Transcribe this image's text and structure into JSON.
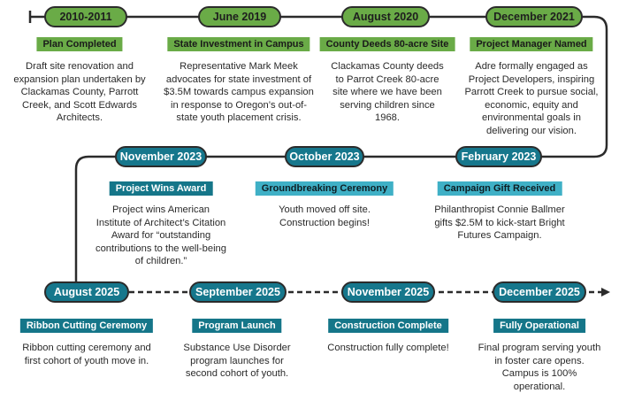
{
  "milestones": [
    {
      "date": "2010-2011",
      "tag": "Plan Completed",
      "desc": "Draft site renovation and expansion plan undertaken by Clackamas County, Parrott Creek, and Scott Edwards Architects."
    },
    {
      "date": "June 2019",
      "tag": "State Investment in Campus",
      "desc": "Representative Mark Meek advocates for state investment of $3.5M towards campus expansion in response to Oregon’s out-of-state youth placement crisis."
    },
    {
      "date": "August 2020",
      "tag": "County Deeds 80-acre Site",
      "desc": "Clackamas County deeds to Parrot Creek 80-acre site where we have been serving children since 1968."
    },
    {
      "date": "December 2021",
      "tag": "Project Manager Named",
      "desc": "Adre formally engaged as Project Developers, inspiring Parrott Creek to pursue social, economic, equity and environmental goals in delivering our vision."
    },
    {
      "date": "November 2023",
      "tag": "Project Wins Award",
      "desc": "Project wins American Institute of Architect’s Citation Award for “outstanding contributions to the well-being of children.”"
    },
    {
      "date": "October 2023",
      "tag": "Groundbreaking Ceremony",
      "desc": "Youth moved off site. Construction begins!"
    },
    {
      "date": "February 2023",
      "tag": "Campaign Gift Received",
      "desc": "Philanthropist Connie Ballmer gifts $2.5M to kick-start Bright Futures Campaign."
    },
    {
      "date": "August 2025",
      "tag": "Ribbon Cutting Ceremony",
      "desc": "Ribbon cutting ceremony and first cohort of youth move in."
    },
    {
      "date": "September 2025",
      "tag": "Program Launch",
      "desc": "Substance Use Disorder program launches for second cohort of youth."
    },
    {
      "date": "November 2025",
      "tag": "Construction Complete",
      "desc": "Construction fully complete!"
    },
    {
      "date": "December 2025",
      "tag": "Fully Operational",
      "desc": "Final program serving youth in foster care opens. Campus is 100% operational."
    }
  ],
  "colors": {
    "green": "#6aab47",
    "teal": "#16778c",
    "line": "#2b2b2b"
  }
}
